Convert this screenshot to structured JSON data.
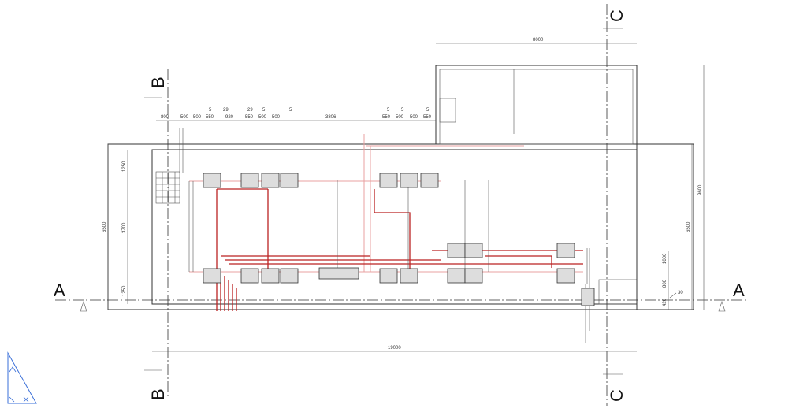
{
  "sections": {
    "a": "A",
    "b": "B",
    "c": "C"
  },
  "dims": {
    "top_row": [
      "800",
      "500",
      "500",
      "550",
      "920",
      "550",
      "500",
      "500",
      "3806",
      "550",
      "500",
      "500",
      "550"
    ],
    "top_leaders": [
      "5",
      "29",
      "29",
      "5",
      "5",
      "5",
      "5",
      "5"
    ],
    "room_width": "8000",
    "total_width": "19000",
    "left_total": "6500",
    "left_parts": [
      "1250",
      "3700",
      "1250"
    ],
    "right_total": "6500",
    "right_overall": "9600",
    "right_parts": [
      "1000",
      "800",
      "420"
    ],
    "right_leader": "30"
  },
  "colors": {
    "pipe": "#bb2222",
    "line": "#333333",
    "ucs": "#3a6fd8"
  }
}
